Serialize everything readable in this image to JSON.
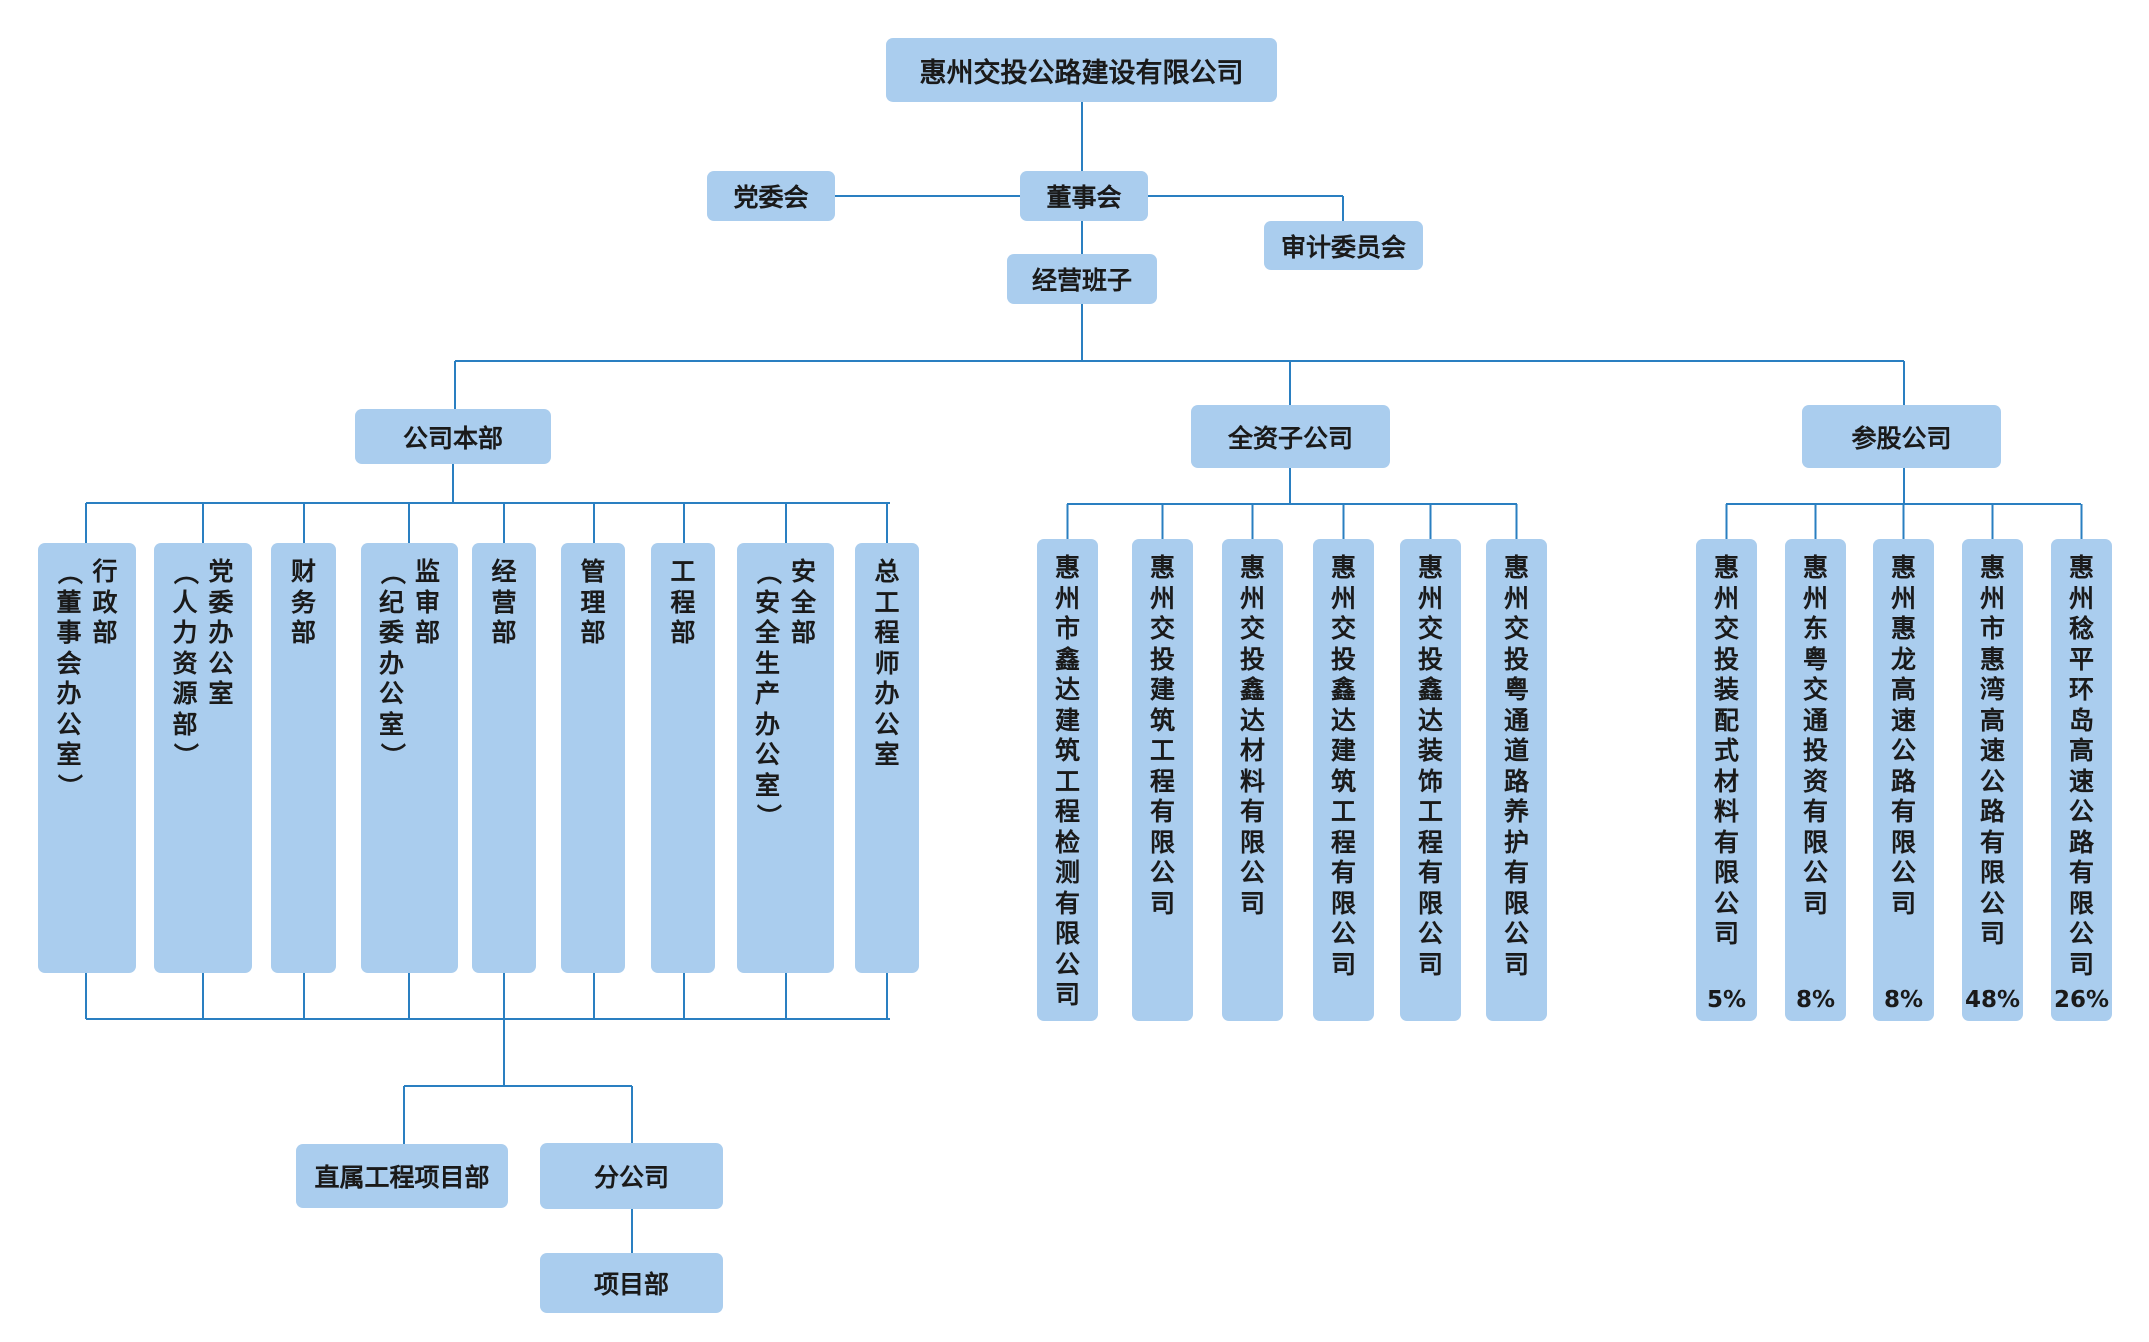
{
  "root": "惠州交投公路建设有限公司",
  "board": "董事会",
  "party_committee": "党委会",
  "audit_committee": "审计委员会",
  "management": "经营班子",
  "branches": {
    "headquarters": "公司本部",
    "wholly_owned": "全资子公司",
    "shareholding": "参股公司"
  },
  "hq_departments": [
    {
      "lines": [
        "行政部",
        "（董事会办公室）"
      ]
    },
    {
      "lines": [
        "党委办公室",
        "（人力资源部）"
      ]
    },
    {
      "lines": [
        "财务部"
      ]
    },
    {
      "lines": [
        "监审部",
        "（纪委办公室）"
      ]
    },
    {
      "lines": [
        "经营部"
      ]
    },
    {
      "lines": [
        "管理部"
      ]
    },
    {
      "lines": [
        "工程部"
      ]
    },
    {
      "lines": [
        "安全部",
        "（安全生产办公室）"
      ]
    },
    {
      "lines": [
        "总工程师办公室"
      ]
    }
  ],
  "operations_sub": {
    "direct_projects": "直属工程项目部",
    "branch_company": "分公司",
    "project_dept": "项目部"
  },
  "subsidiaries": [
    "惠州市鑫达建筑工程检测有限公司",
    "惠州交投建筑工程有限公司",
    "惠州交投鑫达材料有限公司",
    "惠州交投鑫达建筑工程有限公司",
    "惠州交投鑫达装饰工程有限公司",
    "惠州交投粤通道路养护有限公司"
  ],
  "affiliates": [
    {
      "name": "惠州交投装配式材料有限公司",
      "pct": "5%"
    },
    {
      "name": "惠州东粤交通投资有限公司",
      "pct": "8%"
    },
    {
      "name": "惠州惠龙高速公路有限公司",
      "pct": "8%"
    },
    {
      "name": "惠州市惠湾高速公路有限公司",
      "pct": "48%"
    },
    {
      "name": "惠州稔平环岛高速公路有限公司",
      "pct": "26%"
    }
  ],
  "colors": {
    "box_fill": "#aacdee",
    "line": "#2a7fc1",
    "text": "#1a1a1a"
  }
}
